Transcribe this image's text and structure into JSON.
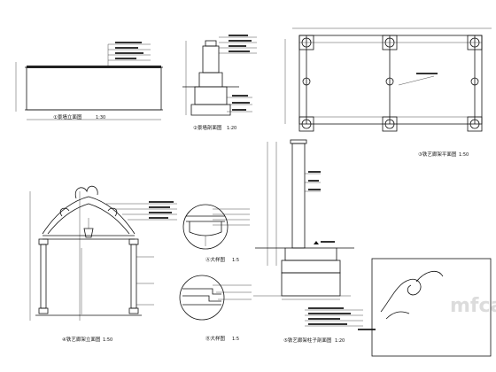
{
  "labels": {
    "wall_elevation": "①景墙立面图",
    "wall_elevation_scale": "1:30",
    "wall_section": "②景墙剖面图",
    "wall_section_scale": "1:20",
    "pergola_plan": "③铁艺廊架平面图",
    "pergola_plan_scale": "1:50",
    "gate_elevation": "④铁艺廊架立面图",
    "gate_elevation_scale": "1:50",
    "detail_a": "Ⓐ大样图",
    "detail_a_scale": "1:5",
    "detail_b": "Ⓑ大样图",
    "detail_b_scale": "1:5",
    "pergola_section": "⑤铁艺廊架柱子剖面图",
    "pergola_section_scale": "1:20"
  },
  "watermark": "mfcad"
}
